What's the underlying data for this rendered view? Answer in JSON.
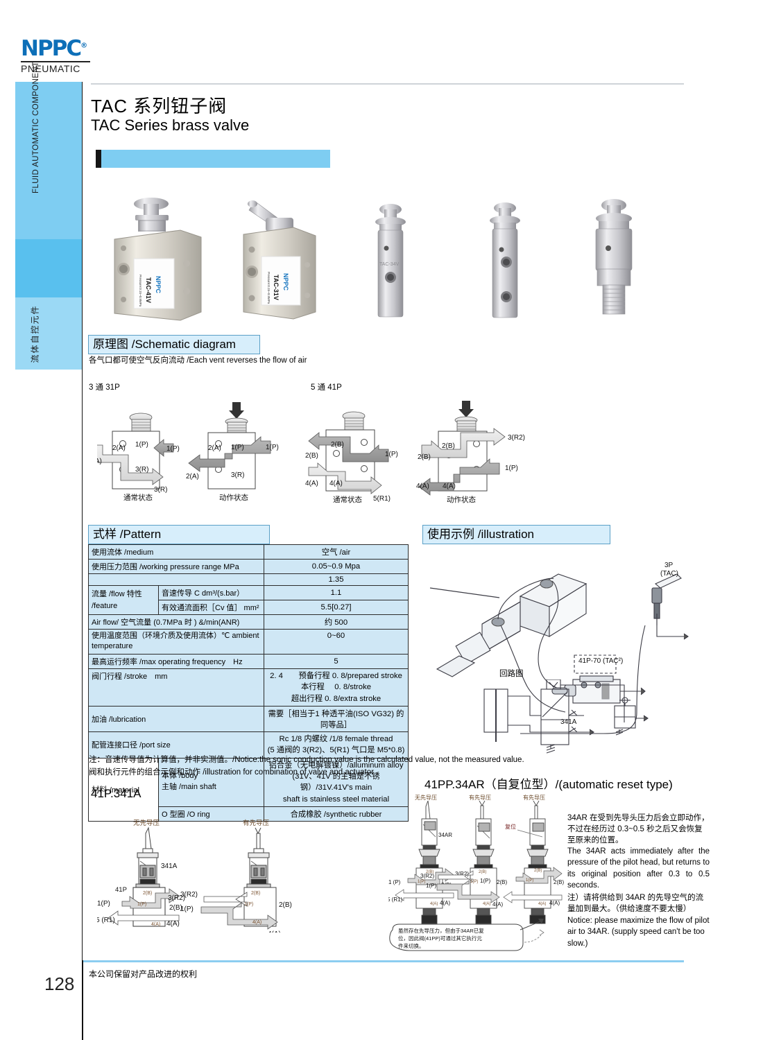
{
  "brand": {
    "logo_text": "NPPC",
    "logo_trademark": "®",
    "logo_sub": "PNEUMATIC"
  },
  "sidebar": {
    "label_en": "FLUID AUTOMATIC COMPONENT",
    "label_cn": "流体自控元件"
  },
  "header": {
    "title_cn": "TAC 系列钮子阀",
    "title_en": "TAC Series brass valve"
  },
  "photos": {
    "items": [
      {
        "name": "valve-photo-tac41v",
        "label": "TAC-41V",
        "sub": "Pressure:0.15~0.9MPa"
      },
      {
        "name": "valve-photo-tac31v",
        "label": "TAC-31V",
        "sub": "Pressure:0.15~0.9MPa"
      },
      {
        "name": "valve-photo-tac34v",
        "label": "TAC-34V",
        "sub": ""
      },
      {
        "name": "valve-photo-round-2",
        "label": "",
        "sub": ""
      },
      {
        "name": "valve-photo-threaded",
        "label": "",
        "sub": ""
      }
    ]
  },
  "schematic": {
    "heading": "原理图 /Schematic diagram",
    "subtitle": "各气口都可使空气反向流动 /Each vent reverses the flow of air",
    "group_3way": "3 通 31P",
    "group_5way": "5 通 41P",
    "state_normal": "通常状态",
    "state_actuated": "动作状态",
    "ports_3way": [
      "1(P)",
      "2(A)",
      "3(R)"
    ],
    "ports_5way": [
      "1(P)",
      "2(B)",
      "3(R2)",
      "4(A)",
      "5(R1)"
    ]
  },
  "pattern": {
    "heading": "式样 /Pattern",
    "rows": [
      {
        "label": "使用流体 /medium",
        "sub": "",
        "value": "空气 /air"
      },
      {
        "label": "使用压力范围 /working pressure range MPa",
        "sub": "",
        "value": "0.05~0.9  Mpa"
      },
      {
        "label": "",
        "sub": "",
        "value": "1.35"
      },
      {
        "label": "流量 /flow 特性 /feature",
        "sub": "音速传导 C  dm³/(s.bar）",
        "value": "1.1"
      },
      {
        "label": "",
        "sub": "有效通流面积［Cv 值］ mm²",
        "value": "5.5[0.27]"
      },
      {
        "label": "Air flow/ 空气流量 (0.7MPa 时 ) &/min(ANR)",
        "sub": "",
        "value": "约 500"
      },
      {
        "label": "使用温度范围（环境介质及使用流体）℃ ambient temperature",
        "sub": "",
        "value": "0~60"
      },
      {
        "label": "最高运行频率 /max operating frequency　Hz",
        "sub": "",
        "value": "5"
      },
      {
        "label": "阀门行程 /stroke　mm",
        "sub": "",
        "value": "2. 4　　预备行程 0. 8/prepared stroke\n本行程　  0. 8/stroke\n超出行程 0. 8/extra stroke"
      },
      {
        "label": "加油 /lubrication",
        "sub": "",
        "value": "需要［相当于1 种透平油(ISO VG32) 的同等品］"
      },
      {
        "label": "配管连接口径 /port size",
        "sub": "",
        "value": "Rc  1/8 内螺纹 /1/8 female thread\n(5 通阀的 3(R2)、5(R1) 气口是 M5*0.8)"
      },
      {
        "label": "材料 /material",
        "sub": "本体 /body\n主轴 /main shaft",
        "value": "铝合金（无电解镀镍）/alluminum alloy\n(31V、41V 的主轴是不锈钢）/31V.41V's main\nshaft is stainless steel material"
      },
      {
        "label": "",
        "sub": "O 型圈 /O ring",
        "value": "合成橡胶 /synthetic rubber"
      }
    ]
  },
  "illustration": {
    "heading": "使用示例 /illustration",
    "labels": {
      "valve_41p70": "41P-70 (TAC²)",
      "valve_341a": "341A",
      "valve_3p": "3P\n(TAC)",
      "circuit_caption": "回路图"
    }
  },
  "notes": {
    "line1": "注：音速传导值为计算值，并非实测值。/Notice:the sonic conduction value is the calculated value, not the measured value.",
    "line2": "阀和执行元件的组合示例和动作 /illustration for combination of valve and actuator"
  },
  "bottom_left": {
    "title": "41P.341A",
    "col1_label": "无先导压",
    "col2_label": "有先导压",
    "part_label": "341A",
    "valve_label": "41P",
    "ports": [
      "1(P)",
      "2(B)",
      "3(R2)",
      "4(A)",
      "5(R1)"
    ]
  },
  "bottom_right": {
    "title": "41PP.34AR（自复位型）/(automatic reset type)",
    "col1_label": "无先导压",
    "col2_label": "有先导压",
    "col3_label": "有先导压",
    "part_label": "34AR",
    "reset_label": "复位",
    "ports": [
      "1 (P)",
      "2(B)",
      "3(R2)",
      "4(A)",
      "5(R1)"
    ],
    "callout": "虽然存在先导压力，但由于34AR已复位，因此阀(41PP)可通过其它执行元件来切换。",
    "text_cn_1": "34AR 在受到先导头压力后会立即动作，不过在经历过 0.3~0.5 秒之后又会恢复至原来的位置。",
    "text_en_1": "The 34AR acts immediately after the pressure of the pilot head, but returns to its original position after 0.3 to 0.5 seconds.",
    "text_cn_2": "注）请将供给到 34AR 的先导空气的流量加到最大。（供给速度不要太慢）",
    "text_en_2": "Notice: please maximize the flow of pilot air to 34AR. (supply speed can't be too slow.)"
  },
  "footer": {
    "page_number": "128",
    "text": "本公司保留对产品改进的权利"
  },
  "colors": {
    "brand_blue": "#0d6fb8",
    "rail_blue": "#7ecdf2",
    "table_blue": "#cfe7f5",
    "header_box": "#d7eefb"
  }
}
